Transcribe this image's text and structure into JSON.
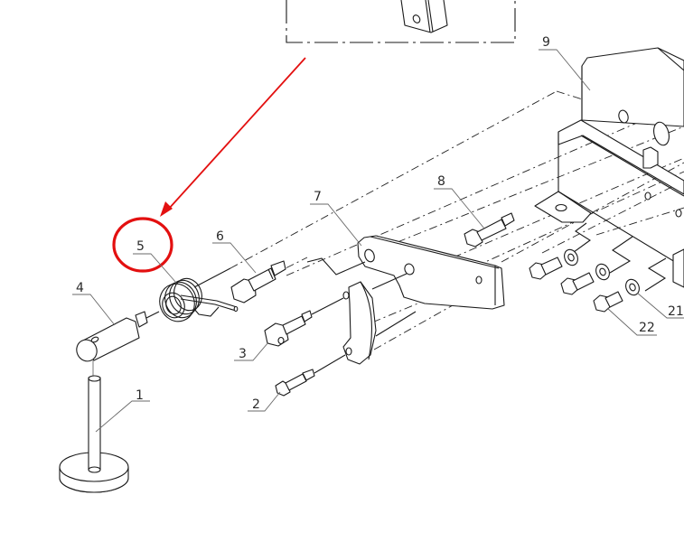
{
  "diagram": {
    "type": "exploded-parts-view",
    "background": "#ffffff",
    "line_color": "#1a1a1a",
    "highlight_color": "#e31010",
    "highlighted_part": "5"
  },
  "labels": [
    {
      "id": "1",
      "text": "1",
      "part": "post-with-round-base"
    },
    {
      "id": "2",
      "text": "2",
      "part": "screw-small"
    },
    {
      "id": "3",
      "text": "3",
      "part": "screw-with-cross-hole"
    },
    {
      "id": "4",
      "text": "4",
      "part": "cylindrical-holder"
    },
    {
      "id": "5",
      "text": "5",
      "part": "torsion-spring"
    },
    {
      "id": "6",
      "text": "6",
      "part": "hex-shoulder-bolt"
    },
    {
      "id": "7",
      "text": "7",
      "part": "lever-plate"
    },
    {
      "id": "8",
      "text": "8",
      "part": "hex-bolt"
    },
    {
      "id": "9",
      "text": "9",
      "part": "mounting-bracket"
    },
    {
      "id": "21",
      "text": "21",
      "part": "washer"
    },
    {
      "id": "22",
      "text": "22",
      "part": "hex-bolt-short"
    }
  ],
  "annotation": {
    "circle_label": "5",
    "arrow_direction": "from inset detail to part 5"
  }
}
